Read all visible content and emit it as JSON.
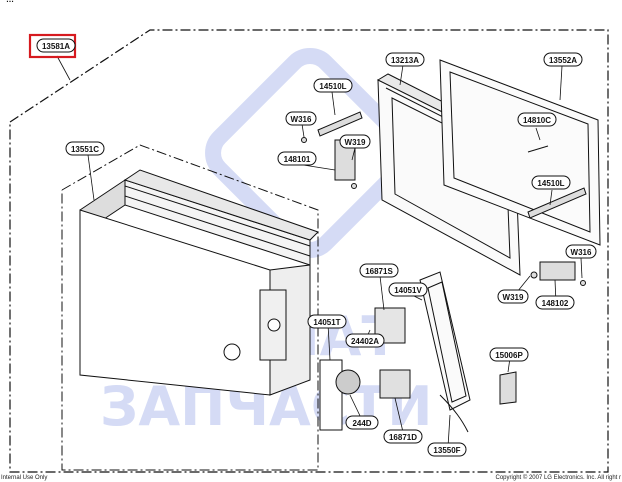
{
  "header": {
    "partial_text": "…"
  },
  "labels": [
    {
      "id": "13581A",
      "highlight": true
    },
    {
      "id": "13213A"
    },
    {
      "id": "13552A"
    },
    {
      "id": "14510L"
    },
    {
      "id": "W316"
    },
    {
      "id": "W319"
    },
    {
      "id": "148101"
    },
    {
      "id": "14810C"
    },
    {
      "id": "14510L"
    },
    {
      "id": "13551C"
    },
    {
      "id": "W316"
    },
    {
      "id": "16871S"
    },
    {
      "id": "14051V"
    },
    {
      "id": "W319"
    },
    {
      "id": "148102"
    },
    {
      "id": "14051T"
    },
    {
      "id": "24402A"
    },
    {
      "id": "15006P"
    },
    {
      "id": "244D"
    },
    {
      "id": "16871D"
    },
    {
      "id": "13550F"
    }
  ],
  "watermark": {
    "line1": "СИЛАТ",
    "line2": "ЗАПЧАСТИ",
    "color": "#c7cff2"
  },
  "footer": {
    "left": "Internal Use Only",
    "right": "Copyright © 2007 LG Electronics. Inc. All right r"
  },
  "colors": {
    "highlight": "#d61a1f",
    "line": "#111111"
  }
}
